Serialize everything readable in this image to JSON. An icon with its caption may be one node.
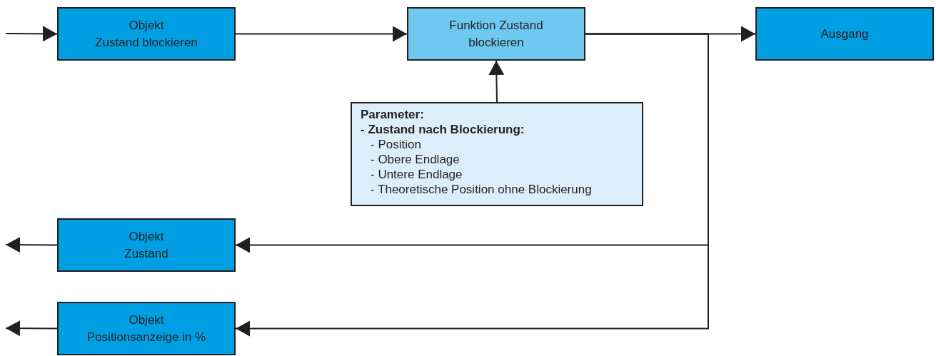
{
  "diagram": {
    "nodes": [
      {
        "text": [
          "Objekt",
          "Zustand blockieren"
        ]
      },
      {
        "text": [
          "Funktion Zustand blockieren"
        ]
      },
      {
        "text": [
          "Ausgang"
        ]
      },
      {
        "text": [
          "Parameter:",
          "- Zustand nach Blockierung:",
          "- Position",
          "- Obere Endlage",
          "- Untere Endlage",
          "- Theoretische Position ohne Blockierung"
        ]
      },
      {
        "text": [
          "Objekt",
          "Zustand"
        ]
      },
      {
        "text": [
          "Objekt",
          "Positionsanzeige in %"
        ]
      }
    ],
    "edges": [
      {
        "from": null,
        "to": 0,
        "arrow": "to"
      },
      {
        "from": 0,
        "to": 1,
        "arrow": "to"
      },
      {
        "from": 1,
        "to": 2,
        "arrow": "to"
      },
      {
        "from": 3,
        "to": 1,
        "arrow": "to"
      },
      {
        "from": 1,
        "to": 4,
        "arrow": "to"
      },
      {
        "from": 1,
        "to": 5,
        "arrow": "to"
      },
      {
        "from": 4,
        "to": null,
        "arrow": "to"
      },
      {
        "from": 5,
        "to": null,
        "arrow": "to"
      }
    ]
  }
}
